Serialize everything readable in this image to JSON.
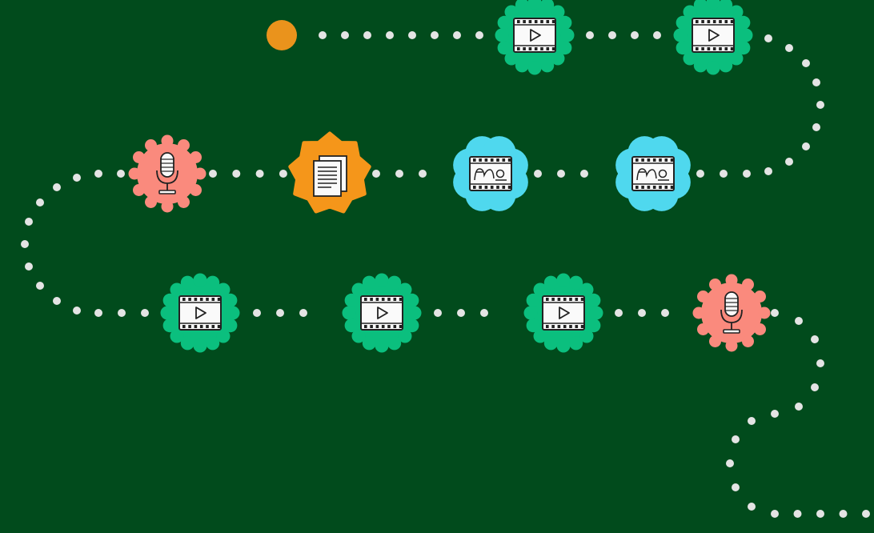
{
  "colors": {
    "background": "#014b1c",
    "dots": "#e4e4e4",
    "start_marker": "#ea931c",
    "video": "#0bbf7e",
    "audio": "#fa8a7d",
    "document": "#f5961a",
    "animation": "#4fd8ee",
    "icon_ink": "#222222",
    "icon_paper": "#fafafa"
  },
  "path": {
    "start_marker": "start-dot",
    "nodes": [
      {
        "kind": "video",
        "badge": "scallop",
        "icon": "film-play-icon"
      },
      {
        "kind": "video",
        "badge": "scallop",
        "icon": "film-play-icon"
      },
      {
        "kind": "animation",
        "badge": "cloud",
        "icon": "film-animation-icon"
      },
      {
        "kind": "animation",
        "badge": "cloud",
        "icon": "film-animation-icon"
      },
      {
        "kind": "document",
        "badge": "star",
        "icon": "document-icon"
      },
      {
        "kind": "audio",
        "badge": "gear",
        "icon": "microphone-icon"
      },
      {
        "kind": "video",
        "badge": "scallop",
        "icon": "film-play-icon"
      },
      {
        "kind": "video",
        "badge": "scallop",
        "icon": "film-play-icon"
      },
      {
        "kind": "video",
        "badge": "scallop",
        "icon": "film-play-icon"
      },
      {
        "kind": "audio",
        "badge": "gear",
        "icon": "microphone-icon"
      }
    ]
  }
}
